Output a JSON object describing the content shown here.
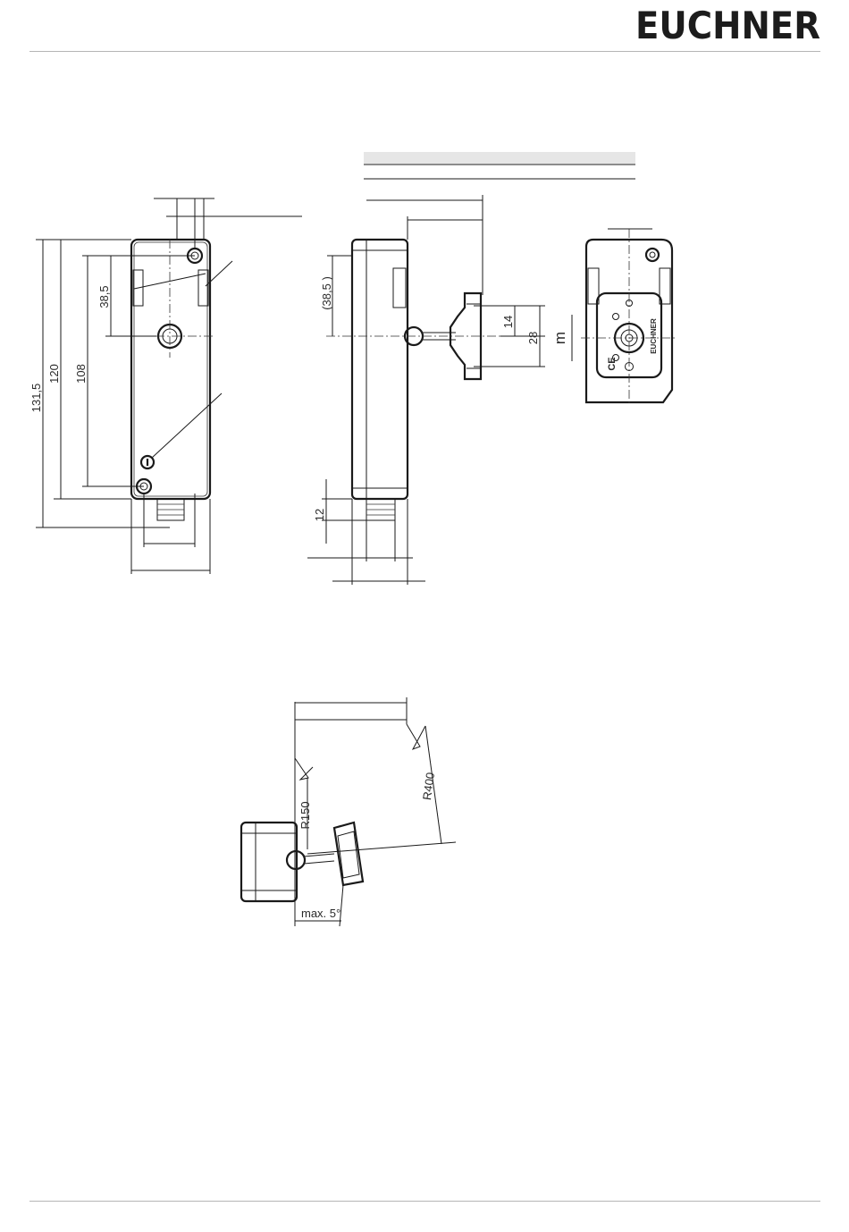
{
  "header": {
    "logo_text": "EUCHNER"
  },
  "table_header": {
    "fill_color": "#e6e6e6"
  },
  "front_view": {
    "dims": {
      "d1": "131,5",
      "d2": "120",
      "d3": "108",
      "d4": "38,5"
    }
  },
  "side_view": {
    "dims": {
      "d1": "(38,5 )",
      "d2": "14",
      "d3": "28",
      "d4": "12"
    }
  },
  "rear_view": {
    "label": "m",
    "ce_mark": "CE",
    "brand": "EUCHNER"
  },
  "swing_view": {
    "dims": {
      "r1": "R150",
      "r2": "R400",
      "angle": "max. 5°"
    }
  }
}
